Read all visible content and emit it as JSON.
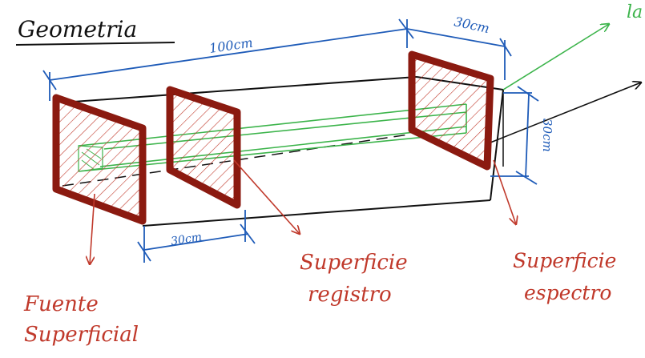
{
  "title": "Geometria",
  "dimensions": {
    "length": "100cm",
    "width": "30cm",
    "height": "30cm",
    "spacing": "30cm"
  },
  "labels": {
    "fuente": [
      "Fuente",
      "Superficial"
    ],
    "registro": [
      "Superficie",
      "registro"
    ],
    "espectro": [
      "Superficie",
      "espectro"
    ],
    "axis_fragment": "la"
  },
  "colors": {
    "title": "#111111",
    "box": "#111111",
    "dimension": "#1e5bb8",
    "beam": "#3cb44b",
    "surface": "#8b1a10",
    "label": "#c0392b"
  }
}
